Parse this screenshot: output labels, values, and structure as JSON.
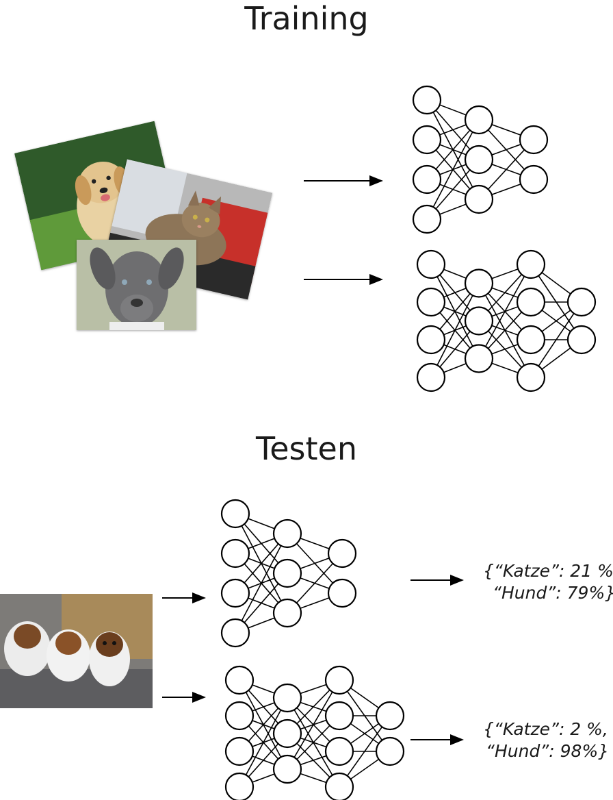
{
  "training": {
    "title": "Training"
  },
  "testing": {
    "title": "Testen",
    "results": [
      {
        "line1": "{“Katze”: 21 %,",
        "line2": "“Hund”: 79%}"
      },
      {
        "line1": "{“Katze”: 2 %,",
        "line2": "“Hund”: 98%}"
      }
    ]
  },
  "networks": {
    "small": [
      4,
      3,
      2
    ],
    "large": [
      4,
      3,
      4,
      2
    ]
  },
  "images": {
    "training": [
      "puppy-photo",
      "cat-photo",
      "grey-dog-photo"
    ],
    "testing": [
      "three-puppies-photo"
    ]
  }
}
